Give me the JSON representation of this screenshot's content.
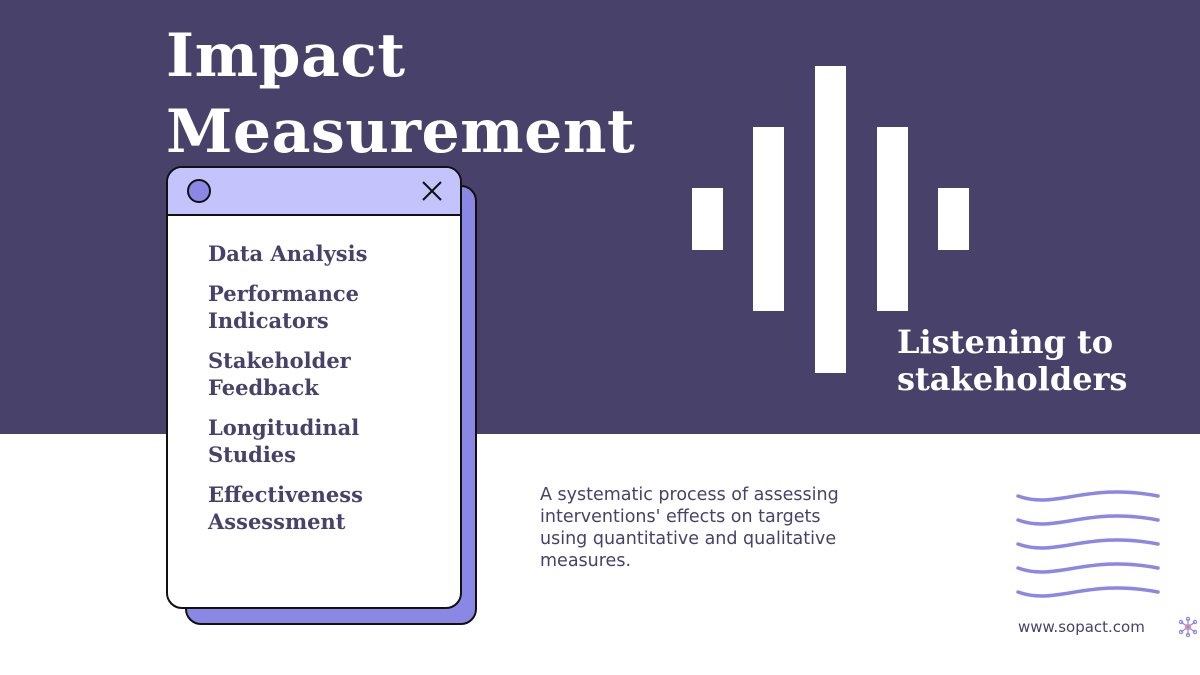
{
  "slide": {
    "title_line1": "Impact",
    "title_line2": "Measurement",
    "listening_line1": "Listening to",
    "listening_line2": "stakeholders",
    "description": "A systematic process of assessing interventions' effects on targets using quantitative and qualitative measures.",
    "website": "www.sopact.com"
  },
  "window": {
    "icons": {
      "left": "circle-icon",
      "right": "close-icon"
    },
    "items": [
      {
        "line1": "Data Analysis",
        "line2": ""
      },
      {
        "line1": "Performance",
        "line2": "Indicators"
      },
      {
        "line1": "Stakeholder",
        "line2": "Feedback"
      },
      {
        "line1": "Longitudinal",
        "line2": "Studies"
      },
      {
        "line1": "Effectiveness",
        "line2": "Assessment"
      }
    ]
  },
  "colors": {
    "band": "#48416a",
    "window_header": "#c5c3fb",
    "accent": "#8b87e4",
    "text_dark": "#48416a",
    "white": "#ffffff"
  },
  "decor": {
    "sound_bars": "soundwave-bars-icon",
    "waves": "wavy-lines-icon",
    "logo": "sopact-logo-icon"
  }
}
